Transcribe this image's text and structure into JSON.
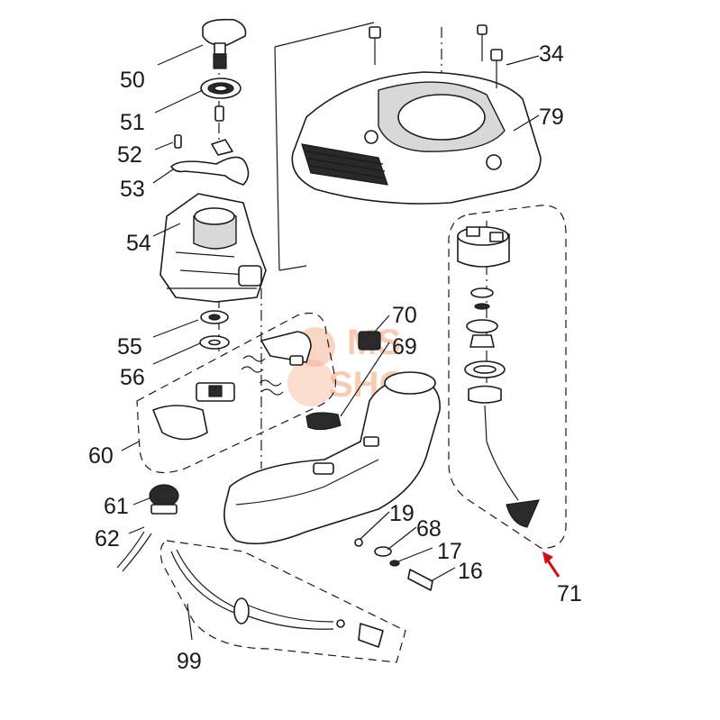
{
  "callouts": [
    {
      "id": "50",
      "label": "50"
    },
    {
      "id": "51",
      "label": "51"
    },
    {
      "id": "52",
      "label": "52"
    },
    {
      "id": "53",
      "label": "53"
    },
    {
      "id": "54",
      "label": "54"
    },
    {
      "id": "55",
      "label": "55"
    },
    {
      "id": "56",
      "label": "56"
    },
    {
      "id": "60",
      "label": "60"
    },
    {
      "id": "61",
      "label": "61"
    },
    {
      "id": "62",
      "label": "62"
    },
    {
      "id": "99",
      "label": "99"
    },
    {
      "id": "34",
      "label": "34"
    },
    {
      "id": "79",
      "label": "79"
    },
    {
      "id": "70",
      "label": "70"
    },
    {
      "id": "69",
      "label": "69"
    },
    {
      "id": "19",
      "label": "19"
    },
    {
      "id": "68",
      "label": "68"
    },
    {
      "id": "17",
      "label": "17"
    },
    {
      "id": "16",
      "label": "16"
    },
    {
      "id": "71",
      "label": "71"
    }
  ],
  "watermark": {
    "line1": "MS",
    "line2": "SHOP"
  },
  "colors": {
    "lines": "#1a1a1a",
    "highlight_arrow": "#d01010",
    "watermark": "#f2a47a"
  }
}
